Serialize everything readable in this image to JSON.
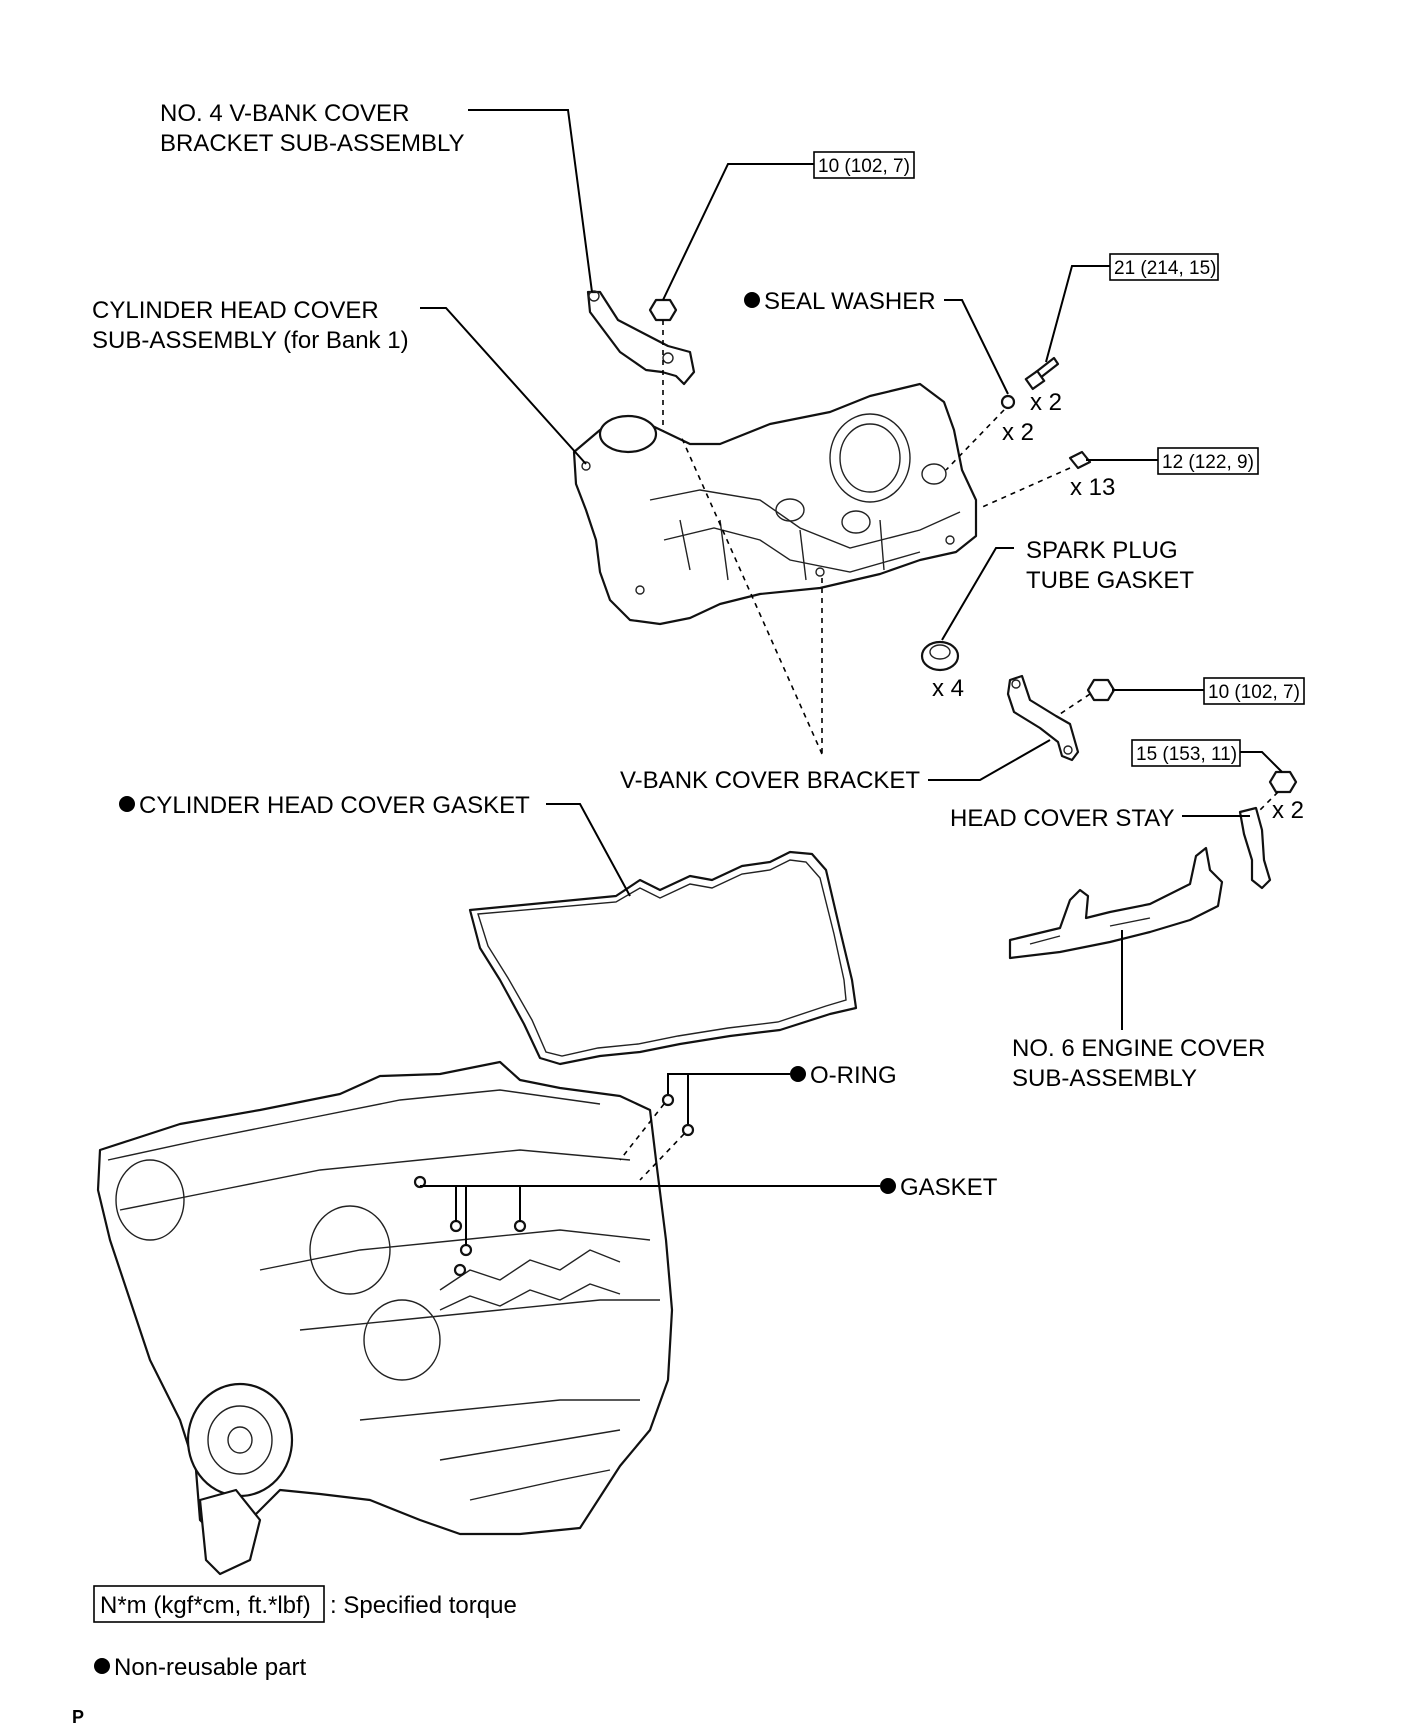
{
  "labels": {
    "no4_bracket_line1": "NO. 4 V-BANK COVER",
    "no4_bracket_line2": "BRACKET SUB-ASSEMBLY",
    "head_cover_line1": "CYLINDER HEAD COVER",
    "head_cover_line2": "SUB-ASSEMBLY (for Bank 1)",
    "seal_washer": "SEAL WASHER",
    "spark_plug_line1": "SPARK PLUG",
    "spark_plug_line2": "TUBE GASKET",
    "vbank_bracket": "V-BANK COVER BRACKET",
    "head_cover_gasket": "CYLINDER HEAD COVER GASKET",
    "head_cover_stay": "HEAD COVER STAY",
    "no6_cover_line1": "NO. 6 ENGINE COVER",
    "no6_cover_line2": "SUB-ASSEMBLY",
    "o_ring": "O-RING",
    "gasket": "GASKET"
  },
  "torques": {
    "no4_bracket_nut": "10 (102, 7)",
    "seal_bolt": "21 (214, 15)",
    "cover_bolts": "12 (122, 9)",
    "vbank_bracket_nut": "10 (102, 7)",
    "stay_bolt": "15 (153, 11)"
  },
  "quantities": {
    "seal_bolt": "x 2",
    "seal_washer": "x 2",
    "cover_bolts": "x 13",
    "spark_plug_gasket": "x 4",
    "stay_bolt": "x 2"
  },
  "legend": {
    "torque_units": "N*m (kgf*cm, ft.*lbf)",
    "torque_desc": ": Specified torque",
    "nonreusable": "Non-reusable part"
  },
  "page_marker": "P",
  "colors": {
    "ink": "#000000",
    "paper": "#ffffff"
  }
}
